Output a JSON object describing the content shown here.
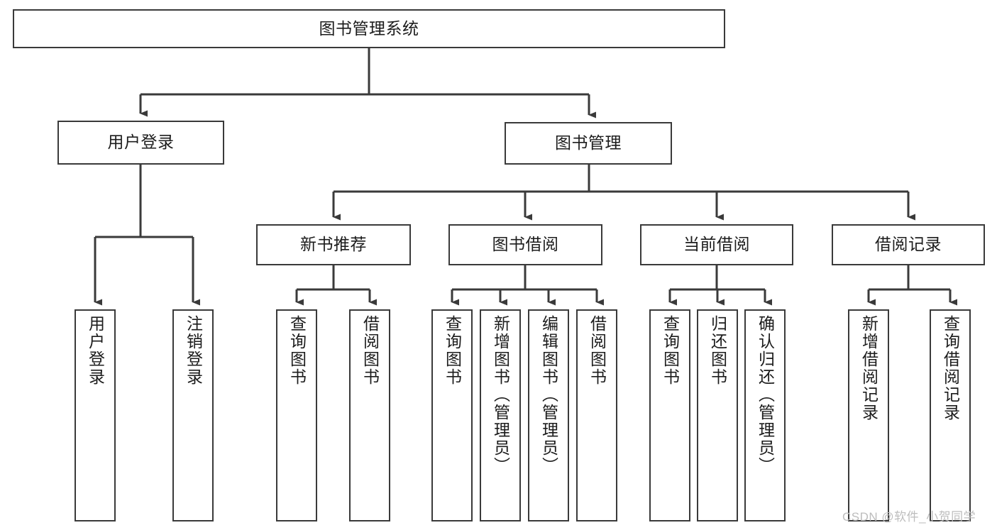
{
  "diagram": {
    "title": "图书管理系统",
    "type": "hierarchy-tree",
    "style": {
      "box_border": "#3a3a3a",
      "box_fill": "#ffffff",
      "connector": "#3a3a3a",
      "background": "#ffffff",
      "watermark_color": "#bdbdbd"
    },
    "root": {
      "label": "图书管理系统"
    },
    "level2": [
      {
        "label": "用户登录"
      },
      {
        "label": "图书管理"
      }
    ],
    "level3": [
      {
        "label": "新书推荐"
      },
      {
        "label": "图书借阅"
      },
      {
        "label": "当前借阅"
      },
      {
        "label": "借阅记录"
      }
    ],
    "leaves": {
      "user_login": [
        {
          "label": "用户登录"
        },
        {
          "label": "注销登录"
        }
      ],
      "new_book_recommend": [
        {
          "label": "查询图书"
        },
        {
          "label": "借阅图书"
        }
      ],
      "book_borrow": [
        {
          "label": "查询图书"
        },
        {
          "label": "新增图书（管理员）"
        },
        {
          "label": "编辑图书（管理员）"
        },
        {
          "label": "借阅图书"
        }
      ],
      "current_borrow": [
        {
          "label": "查询图书"
        },
        {
          "label": "归还图书"
        },
        {
          "label": "确认归还（管理员）"
        }
      ],
      "borrow_record": [
        {
          "label": "新增借阅记录"
        },
        {
          "label": "查询借阅记录"
        }
      ]
    },
    "watermark": "CSDN @软件_小贺同学"
  }
}
